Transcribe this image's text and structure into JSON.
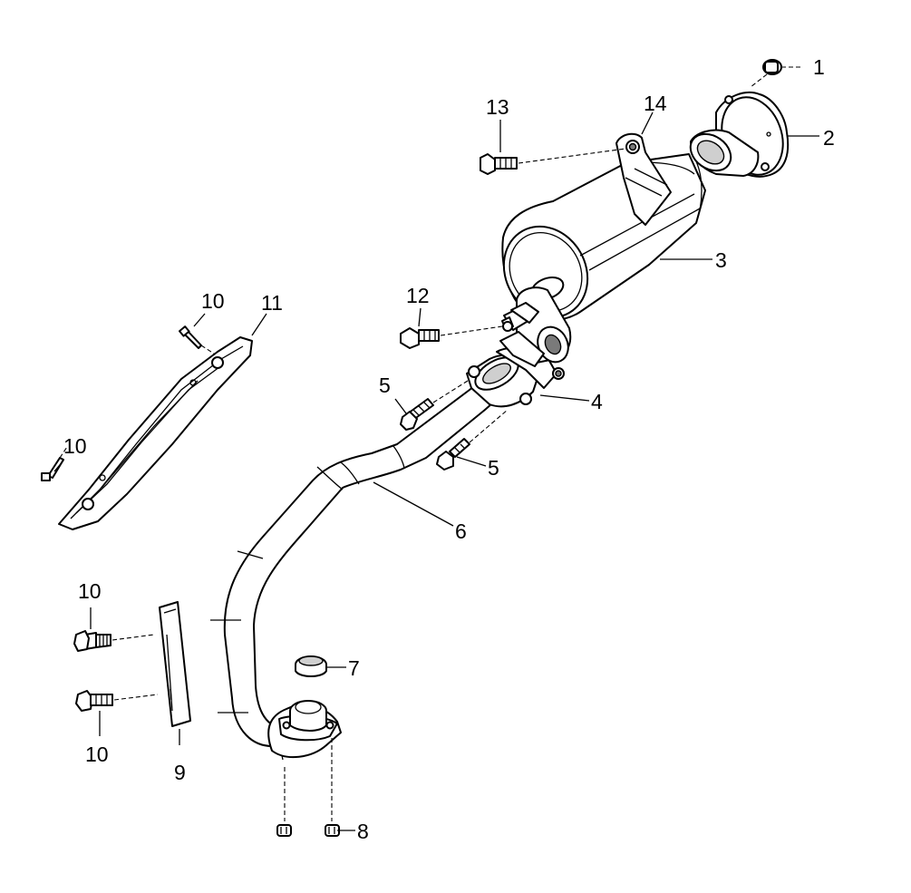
{
  "callouts": {
    "c1": "1",
    "c2": "2",
    "c3": "3",
    "c4": "4",
    "c5a": "5",
    "c5b": "5",
    "c6": "6",
    "c7": "7",
    "c8": "8",
    "c9": "9",
    "c10a": "10",
    "c10b": "10",
    "c10c": "10",
    "c10d": "10",
    "c11": "11",
    "c12": "12",
    "c13": "13",
    "c14": "14"
  }
}
